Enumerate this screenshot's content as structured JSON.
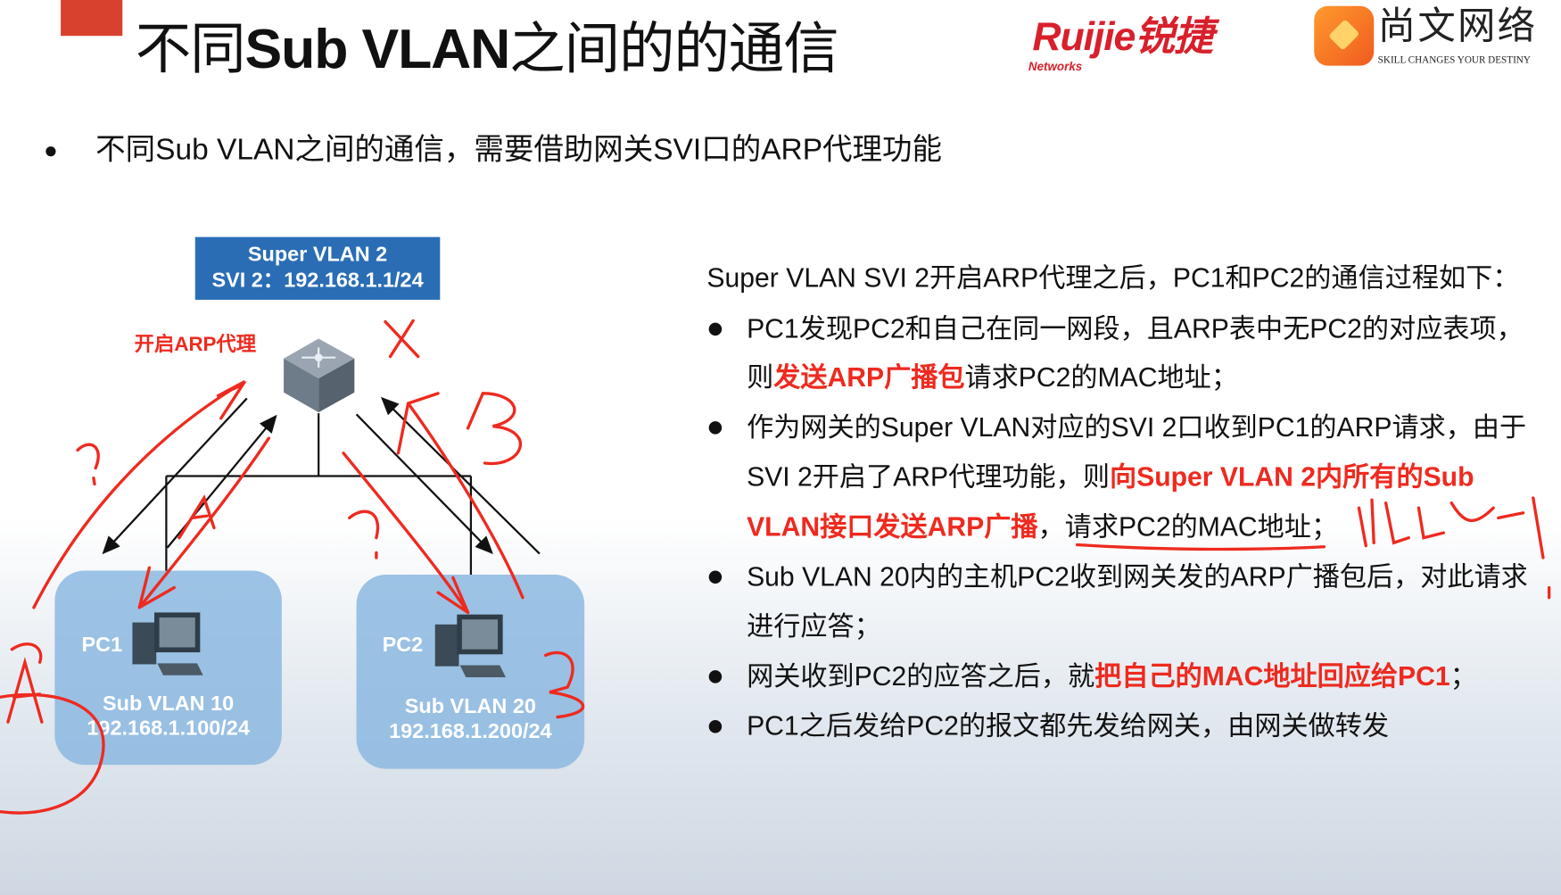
{
  "header": {
    "title_parts": [
      "不同",
      "Sub VLAN",
      "之间的的通信"
    ],
    "ruijie_logo": {
      "word": "Ruijie锐捷",
      "sub": "Networks"
    },
    "shangwen_logo": {
      "cn": "尚文网络",
      "en": "SKILL CHANGES YOUR DESTINY"
    }
  },
  "summary_bullet": "不同Sub VLAN之间的通信，需要借助网关SVI口的ARP代理功能",
  "diagram": {
    "super_vlan": {
      "line1": "Super VLAN 2",
      "line2": "SVI 2：192.168.1.1/24"
    },
    "arp_proxy_label": "开启ARP代理",
    "pc1": {
      "name": "PC1",
      "vlan": "Sub VLAN 10",
      "ip": "192.168.1.100/24"
    },
    "pc2": {
      "name": "PC2",
      "vlan": "Sub VLAN 20",
      "ip": "192.168.1.200/24"
    },
    "colors": {
      "svi_box": "#2a6db5",
      "pc_box": "#8cb9e1",
      "annotation": "#ee2a1f"
    }
  },
  "description": {
    "intro": "Super VLAN  SVI 2开启ARP代理之后，PC1和PC2的通信过程如下：",
    "lines": [
      {
        "segs": [
          {
            "t": "PC1发现PC2和自己在同一网段，且ARP表中无PC2的对应表项，"
          }
        ]
      },
      {
        "segs": [
          {
            "t": "则"
          },
          {
            "t": "发送ARP广播包",
            "red": true
          },
          {
            "t": "请求PC2的MAC地址；"
          }
        ]
      },
      {
        "segs": [
          {
            "t": "作为网关的Super VLAN对应的SVI 2口收到PC1的ARP请求，由于"
          }
        ]
      },
      {
        "segs": [
          {
            "t": "SVI 2开启了ARP代理功能，则"
          },
          {
            "t": "向Super VLAN 2内所有的Sub",
            "red": true
          }
        ]
      },
      {
        "segs": [
          {
            "t": "VLAN接口发送ARP广播",
            "red": true
          },
          {
            "t": "，请求PC2的MAC地址；"
          }
        ]
      },
      {
        "segs": [
          {
            "t": "Sub VLAN 20内的主机PC2收到网关发的ARP广播包后，对此请求"
          }
        ]
      },
      {
        "segs": [
          {
            "t": "进行应答；"
          }
        ]
      },
      {
        "segs": [
          {
            "t": "网关收到PC2的应答之后，就"
          },
          {
            "t": "把自己的MAC地址回应给PC1",
            "red": true
          },
          {
            "t": "；"
          }
        ]
      },
      {
        "segs": [
          {
            "t": "PC1之后发给PC2的报文都先发给网关，由网关做转发"
          }
        ]
      }
    ],
    "accent_red": "#ee2a1f"
  }
}
